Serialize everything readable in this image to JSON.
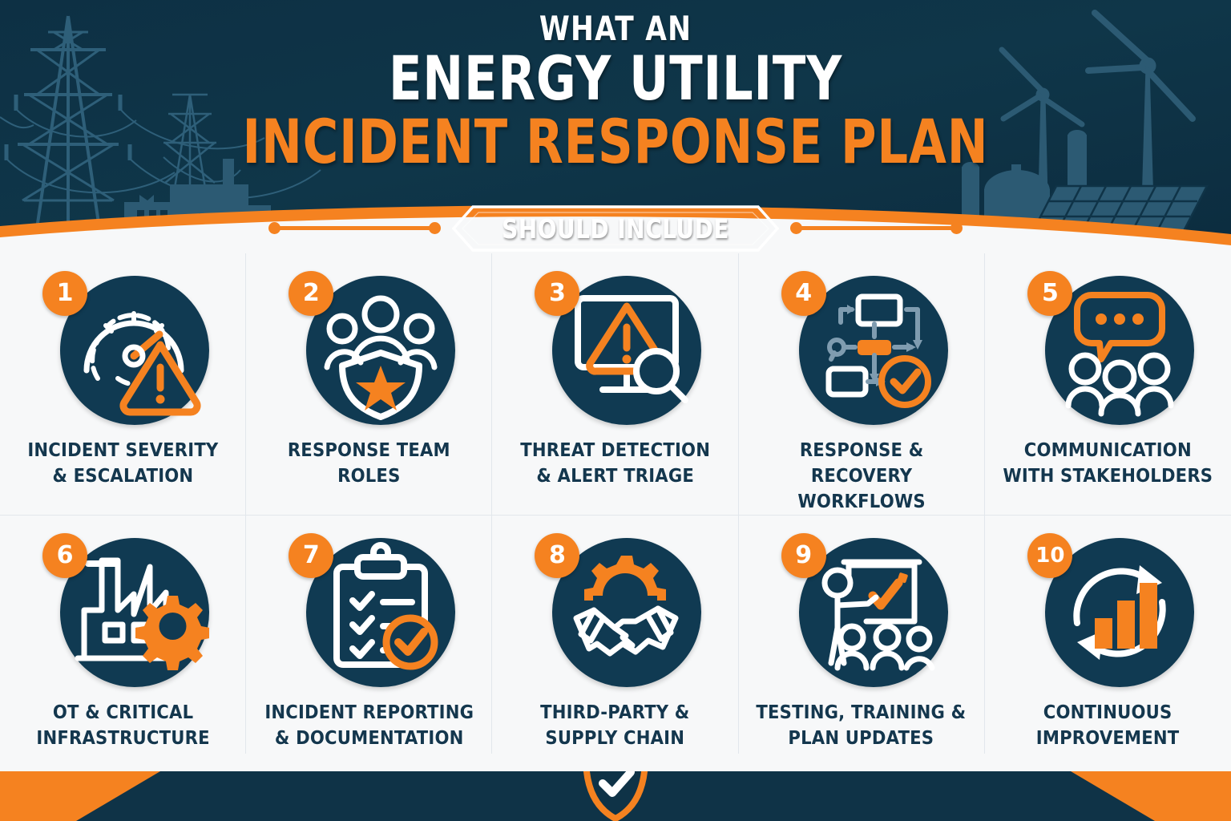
{
  "theme": {
    "navy": "#0f3347",
    "navy_icon": "#103a52",
    "orange": "#f58220",
    "white": "#ffffff",
    "page_bg": "#f7f8f9",
    "grid_line": "#e2e7ec",
    "caption_color": "#14374e",
    "silhouette": "#2c5a73"
  },
  "header": {
    "line1": "WHAT AN",
    "line2": "ENERGY UTILITY",
    "line3": "INCIDENT RESPONSE PLAN",
    "banner": "SHOULD INCLUDE",
    "left_decor_icon": "power-transmission-tower-icon",
    "right_decor_icon": "wind-turbine-solar-panel-icon"
  },
  "items": [
    {
      "number": "1",
      "icon": "gauge-warning-icon",
      "line1": "INCIDENT SEVERITY",
      "line2": "& ESCALATION"
    },
    {
      "number": "2",
      "icon": "team-shield-star-icon",
      "line1": "RESPONSE TEAM",
      "line2": "ROLES"
    },
    {
      "number": "3",
      "icon": "monitor-alert-search-icon",
      "line1": "THREAT DETECTION",
      "line2": "& ALERT TRIAGE"
    },
    {
      "number": "4",
      "icon": "workflow-flowchart-check-icon",
      "line1": "RESPONSE &",
      "line2": "RECOVERY WORKFLOWS"
    },
    {
      "number": "5",
      "icon": "speech-bubble-people-icon",
      "line1": "COMMUNICATION",
      "line2": "WITH STAKEHOLDERS"
    },
    {
      "number": "6",
      "icon": "factory-gear-icon",
      "line1": "OT & CRITICAL",
      "line2": "INFRASTRUCTURE"
    },
    {
      "number": "7",
      "icon": "clipboard-checklist-icon",
      "line1": "INCIDENT REPORTING",
      "line2": "& DOCUMENTATION"
    },
    {
      "number": "8",
      "icon": "handshake-gear-icon",
      "line1": "THIRD-PARTY &",
      "line2": "SUPPLY CHAIN"
    },
    {
      "number": "9",
      "icon": "training-presentation-icon",
      "line1": "TESTING, TRAINING &",
      "line2": "PLAN UPDATES"
    },
    {
      "number": "10",
      "icon": "cycle-bar-chart-icon",
      "line1": "CONTINUOUS",
      "line2": "IMPROVEMENT"
    }
  ],
  "footer": {
    "icon": "shield-check-icon"
  }
}
